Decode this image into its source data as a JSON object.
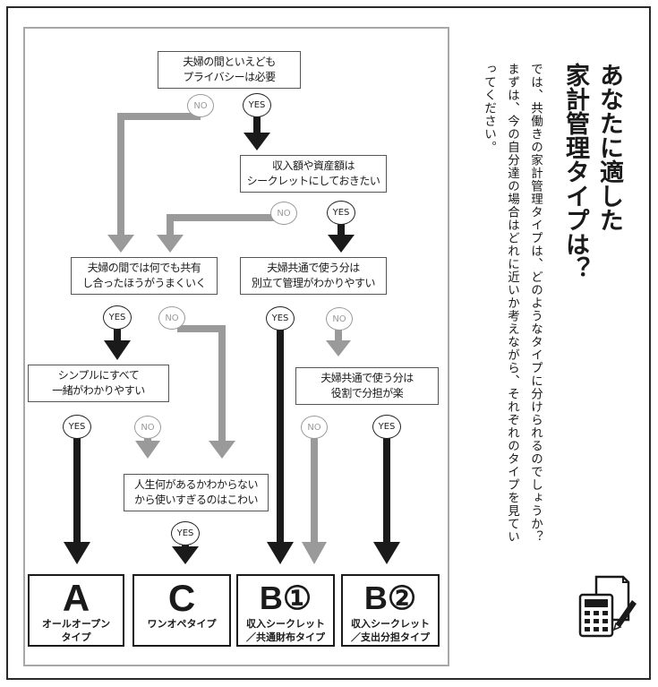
{
  "title": {
    "line1": "あなたに適した",
    "line2": "家計管理タイプは？"
  },
  "intro": {
    "line1": "では、共働きの家計管理タイプは、どのようなタイプに分けられるのでしょうか？",
    "line2": "まずは、今の自分達の場合はどれに近いか考えながら、それぞれのタイプを見てい",
    "line3": "ってください。"
  },
  "flowchart": {
    "questions": {
      "q1": [
        "夫婦の間といえども",
        "プライバシーは必要"
      ],
      "q2": [
        "収入額や資産額は",
        "シークレットにしておきたい"
      ],
      "q3": [
        "夫婦の間では何でも共有",
        "し合ったほうがうまくいく"
      ],
      "q4": [
        "夫婦共通で使う分は",
        "別立て管理がわかりやすい"
      ],
      "q5": [
        "シンプルにすべて",
        "一緒がわかりやすい"
      ],
      "q6": [
        "夫婦共通で使う分は",
        "役割で分担が楽"
      ],
      "q7": [
        "人生何があるかわからない",
        "から使いすぎるのはこわい"
      ]
    },
    "yes_label": "YES",
    "no_label": "NO",
    "results": [
      {
        "letter": "A",
        "name_line1": "オールオープン",
        "name_line2": "タイプ"
      },
      {
        "letter": "C",
        "name_line1": "ワンオペタイプ",
        "name_line2": ""
      },
      {
        "letter": "B①",
        "name_line1": "収入シークレット",
        "name_line2": "／共通財布タイプ"
      },
      {
        "letter": "B②",
        "name_line1": "収入シークレット",
        "name_line2": "／支出分担タイプ"
      }
    ]
  },
  "colors": {
    "yes_arrow": "#1a1a1a",
    "no_arrow": "#9a9a9a"
  },
  "icon": "calculator-document-pen-icon"
}
